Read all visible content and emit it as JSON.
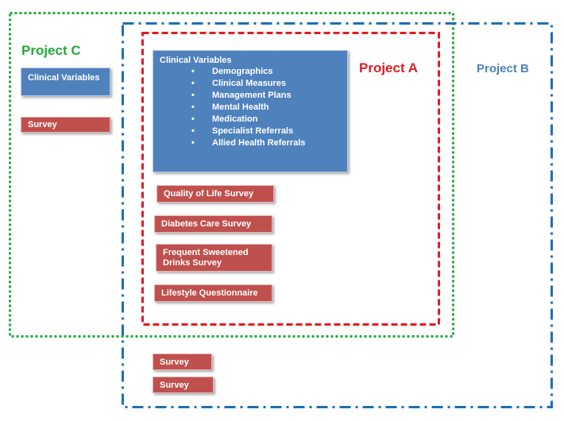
{
  "colors": {
    "project_a": "#e31b23",
    "project_b": "#1f6fb5",
    "project_b_label": "#4f81bd",
    "project_c": "#22a93a",
    "survey_fill": "#c0504d",
    "clinical_fill": "#4f81bd"
  },
  "projects": {
    "a": {
      "label": "Project A"
    },
    "b": {
      "label": "Project B"
    },
    "c": {
      "label": "Project C"
    }
  },
  "project_a": {
    "clinical_variables": {
      "title": "Clinical Variables",
      "items": [
        "Demographics",
        "Clinical Measures",
        "Management Plans",
        "Mental Health",
        "Medication",
        "Specialist Referrals",
        "Allied Health Referrals"
      ]
    },
    "surveys": [
      "Quality of Life Survey",
      "Diabetes Care Survey",
      "Frequent Sweetened Drinks Survey",
      "Lifestyle Questionnaire"
    ]
  },
  "project_c": {
    "clinical_variables": "Clinical Variables",
    "survey": "Survey"
  },
  "project_b": {
    "surveys": [
      "Survey",
      "Survey"
    ]
  }
}
